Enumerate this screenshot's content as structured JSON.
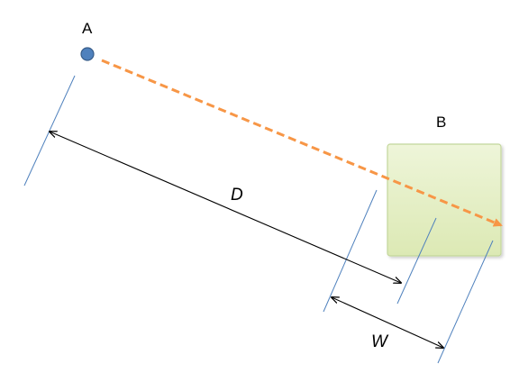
{
  "labels": {
    "point_a": "A",
    "target_b": "B",
    "distance": "D",
    "width": "W"
  },
  "colors": {
    "point_fill": "#4f81bd",
    "point_stroke": "#385d8a",
    "trajectory": "#f79646",
    "target_fill": "#e4efc4",
    "target_stroke": "#c3d69b",
    "guide_line": "#4f81bd",
    "dimension_line": "#000000"
  }
}
